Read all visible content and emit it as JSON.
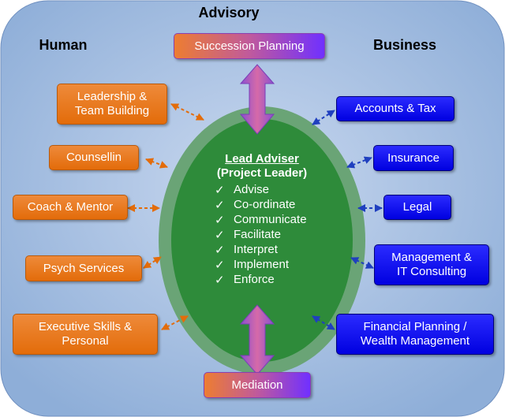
{
  "headings": {
    "top": "Advisory",
    "left": "Human",
    "right": "Business"
  },
  "center": {
    "title": "Lead Adviser",
    "subtitle": "(Project Leader)",
    "check_icon": "check-icon",
    "duties": [
      "Advise",
      "Co-ordinate",
      "Communicate",
      "Facilitate",
      "Interpret",
      "Implement",
      "Enforce"
    ]
  },
  "human_services": [
    "Leadership &\nTeam Building",
    "Counsellin",
    "Coach & Mentor",
    "Psych Services",
    "Executive Skills &\nPersonal"
  ],
  "business_services": [
    "Accounts & Tax",
    "Insurance",
    "Legal",
    "Management &\nIT Consulting",
    "Financial Planning /\nWealth Management"
  ],
  "top_box": "Succession Planning",
  "bottom_box": "Mediation",
  "colors": {
    "background": "#b4c7e7",
    "ellipse_outer": "#70a87a",
    "ellipse_inner": "#2e8b3a",
    "human_box": "#e36c0a",
    "business_box": "#0000ff",
    "human_arrow": "#e36c0a",
    "business_arrow": "#1f3fbf"
  }
}
